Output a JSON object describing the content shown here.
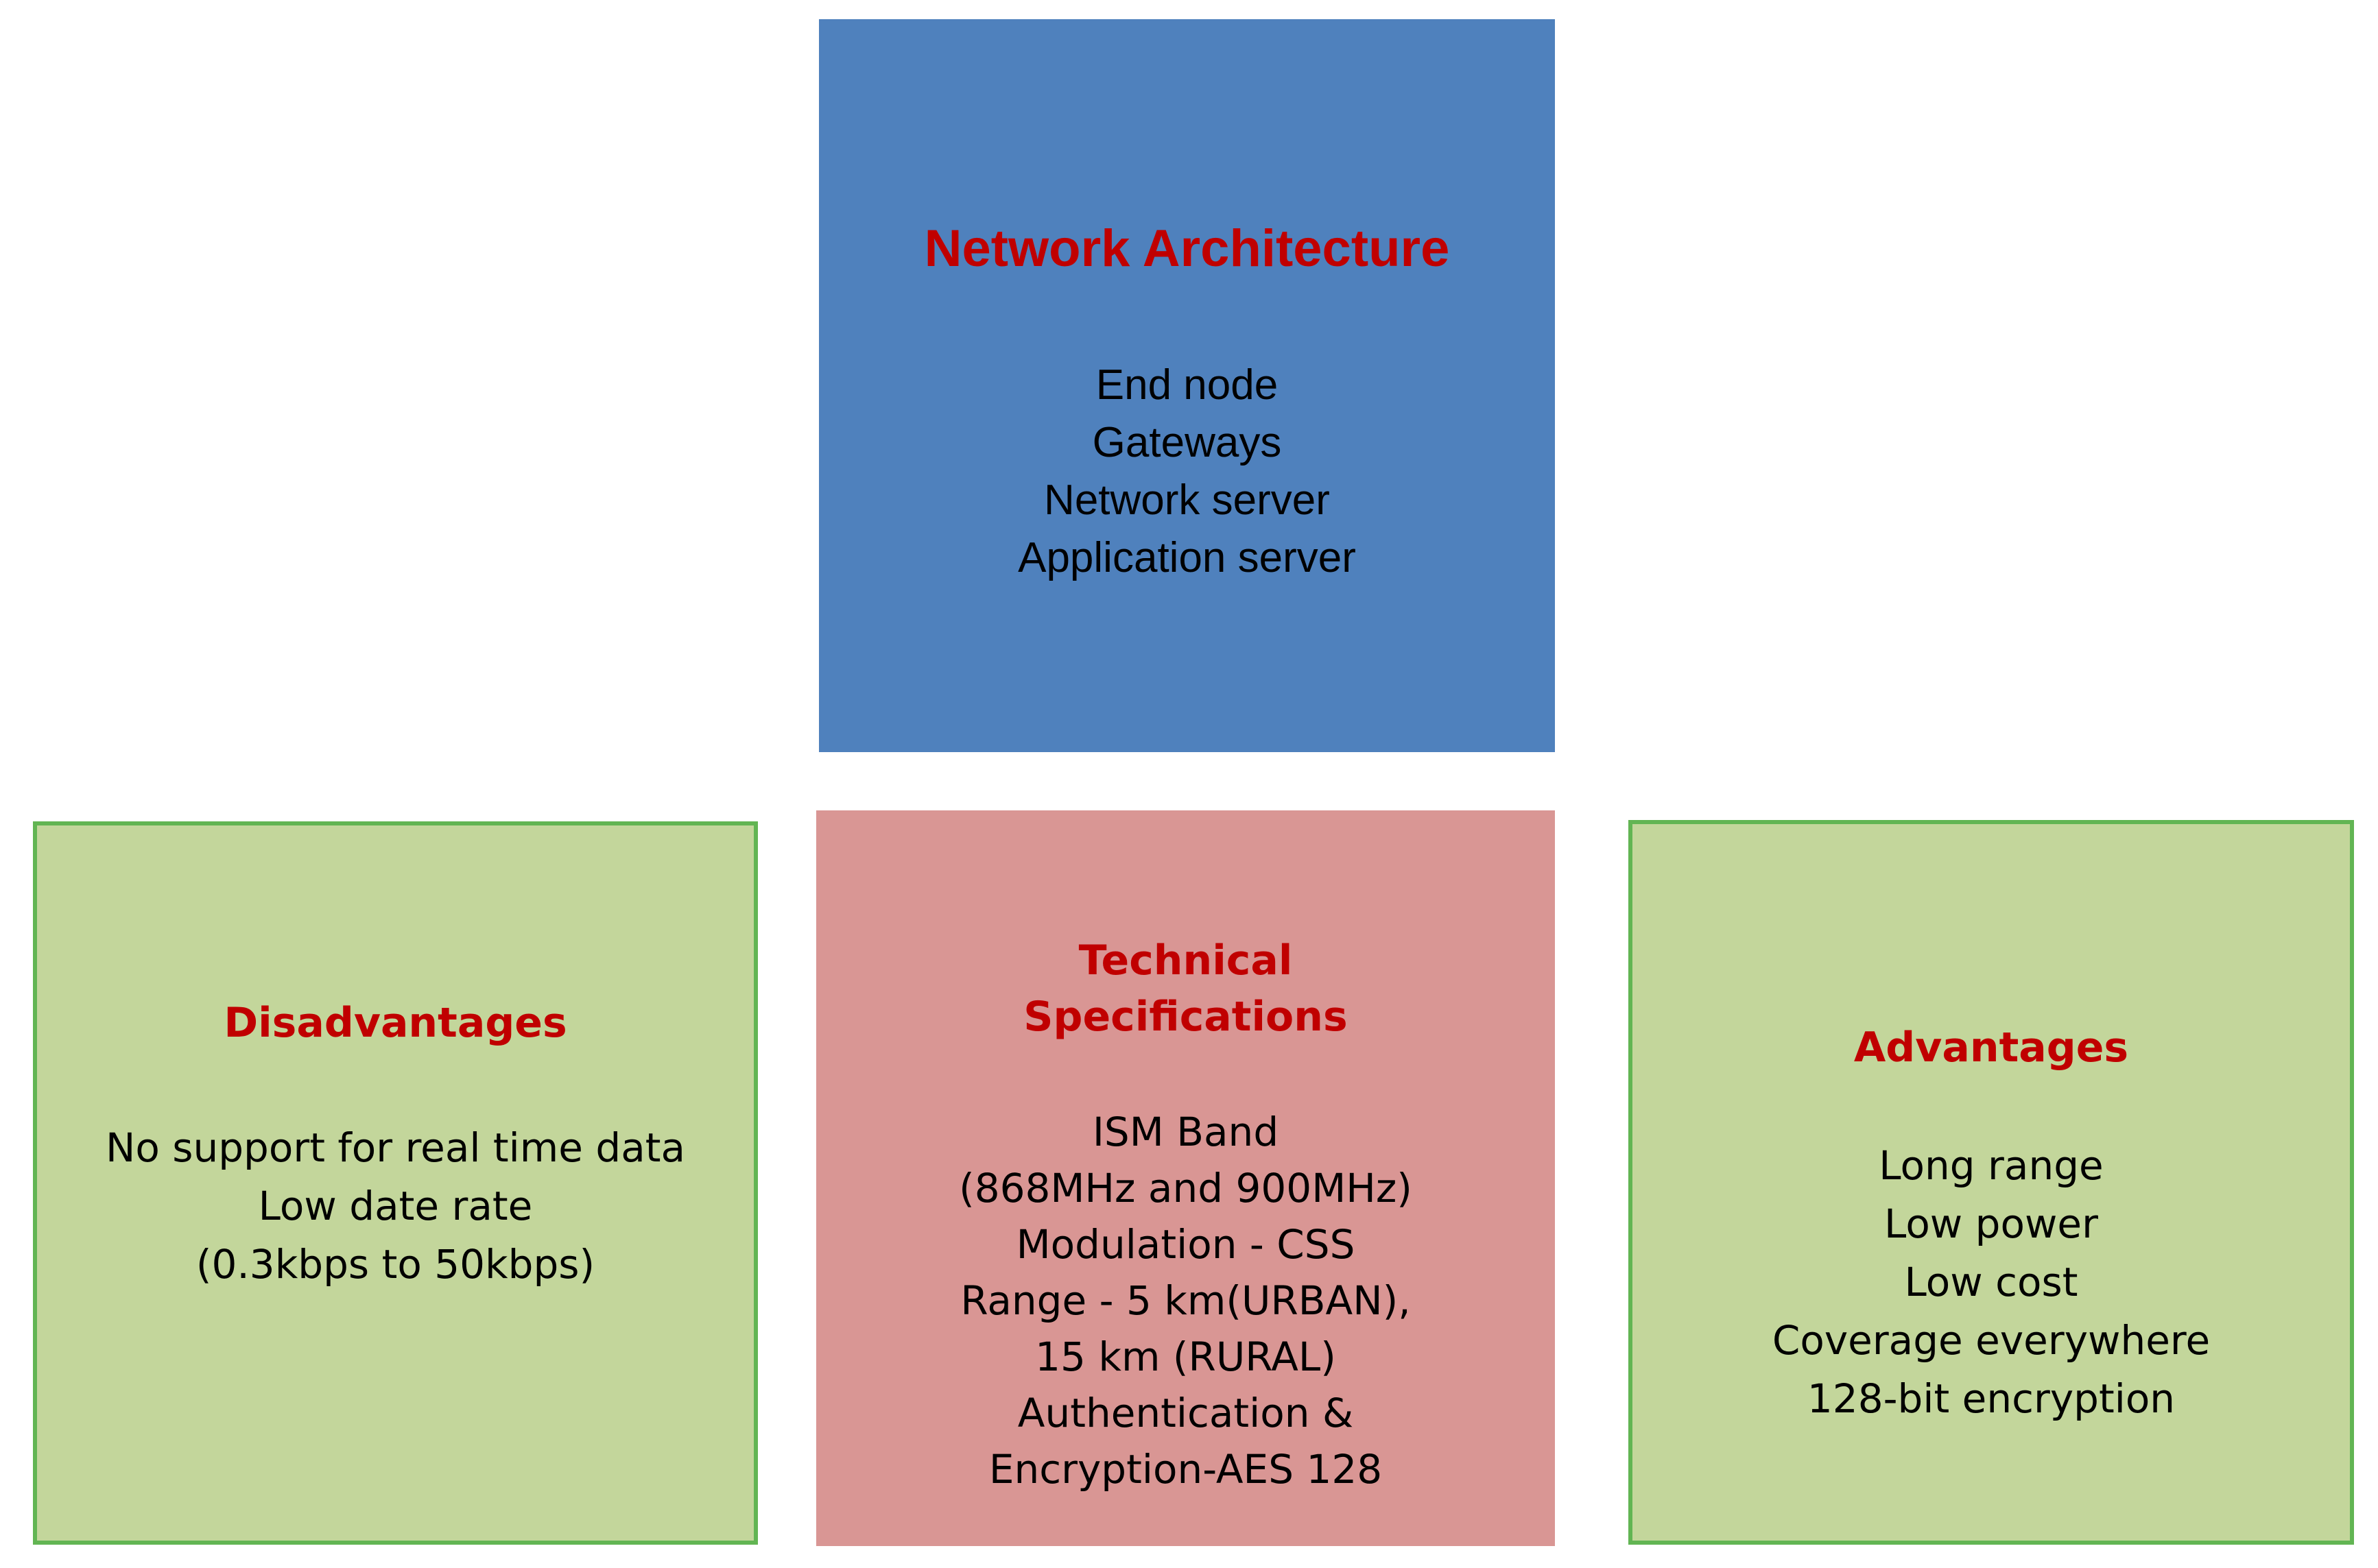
{
  "colors": {
    "background": "#FFFFFF",
    "blue_fill": "#4F81BD",
    "pink_fill": "#D99694",
    "green_fill": "#C3D69B",
    "green_border": "#62B553",
    "heading_red": "#C00000",
    "body_text": "#000000"
  },
  "boxes": {
    "network": {
      "title": "Network Architecture",
      "items": [
        "End node",
        "Gateways",
        "Network server",
        "Application server"
      ]
    },
    "disadvantages": {
      "title": "Disadvantages",
      "items": [
        "No support for real time data",
        "Low date rate",
        "(0.3kbps to 50kbps)"
      ]
    },
    "technical": {
      "title": "Technical Specifications",
      "title_lines": [
        "Technical",
        "Specifications"
      ],
      "items": [
        "ISM Band",
        "(868MHz and 900MHz)",
        "Modulation - CSS",
        "Range - 5 km(URBAN),",
        "15 km (RURAL)",
        "Authentication &",
        "Encryption-AES 128"
      ]
    },
    "advantages": {
      "title": "Advantages",
      "items": [
        "Long range",
        "Low power",
        "Low cost",
        "Coverage everywhere",
        "128-bit encryption"
      ]
    }
  }
}
